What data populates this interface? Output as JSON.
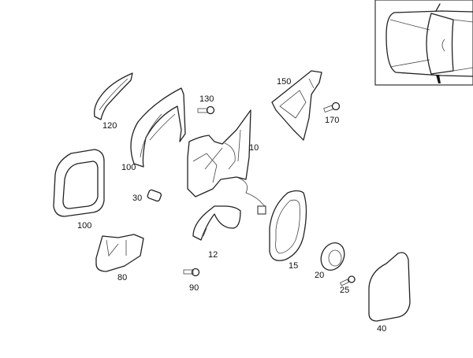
{
  "diagram": {
    "title": "Exterior mirror parts diagram",
    "part_labels": {
      "p10": "10",
      "p12": "12",
      "p15": "15",
      "p20": "20",
      "p25": "25",
      "p30": "30",
      "p40": "40",
      "p80": "80",
      "p90": "90",
      "p100a": "100",
      "p100b": "100",
      "p120": "120",
      "p130": "130",
      "p150": "150",
      "p170": "170"
    }
  }
}
